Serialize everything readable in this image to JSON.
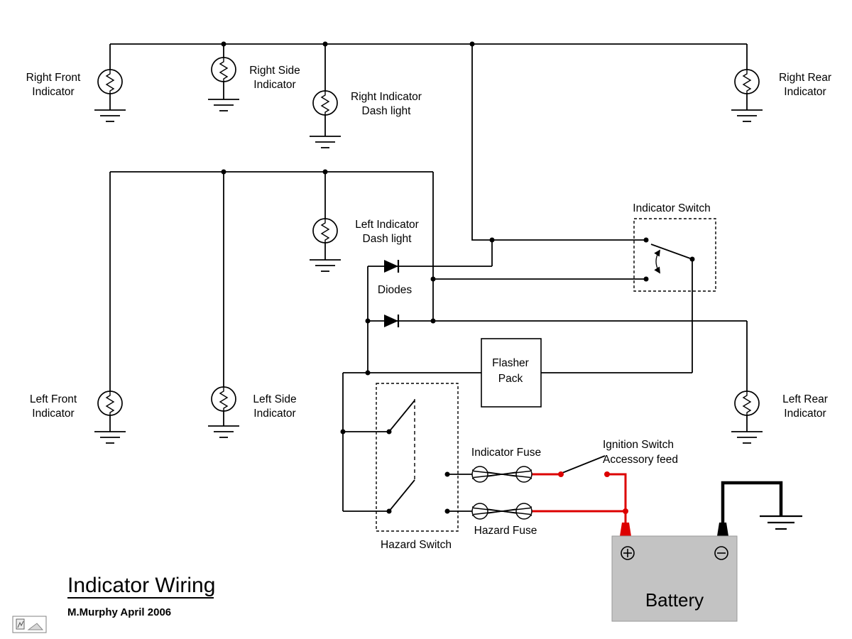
{
  "title": {
    "heading": "Indicator Wiring",
    "credit": "M.Murphy April 2006"
  },
  "labels": {
    "right_front": {
      "l1": "Right Front",
      "l2": "Indicator"
    },
    "right_side": {
      "l1": "Right Side",
      "l2": "Indicator"
    },
    "right_dash": {
      "l1": "Right Indicator",
      "l2": "Dash light"
    },
    "right_rear": {
      "l1": "Right Rear",
      "l2": "Indicator"
    },
    "left_dash": {
      "l1": "Left Indicator",
      "l2": "Dash light"
    },
    "left_front": {
      "l1": "Left Front",
      "l2": "Indicator"
    },
    "left_side": {
      "l1": "Left Side",
      "l2": "Indicator"
    },
    "left_rear": {
      "l1": "Left Rear",
      "l2": "Indicator"
    },
    "indicator_switch": "Indicator Switch",
    "diodes": "Diodes",
    "flasher": {
      "l1": "Flasher",
      "l2": "Pack"
    },
    "indicator_fuse": "Indicator Fuse",
    "hazard_fuse": "Hazard Fuse",
    "hazard_switch": "Hazard Switch",
    "ignition": {
      "l1": "Ignition Switch",
      "l2": "Accessory feed"
    },
    "battery": "Battery"
  },
  "colors": {
    "wire": "#000000",
    "live_wire": "#dd0000",
    "battery_fill": "#c3c3c3"
  },
  "icons": [
    "indicator-lamp-icon",
    "ground-icon",
    "fuse-icon",
    "diode-icon",
    "battery-positive-terminal",
    "battery-negative-terminal",
    "toggle-arrow-icon",
    "drawing-object-icon"
  ]
}
